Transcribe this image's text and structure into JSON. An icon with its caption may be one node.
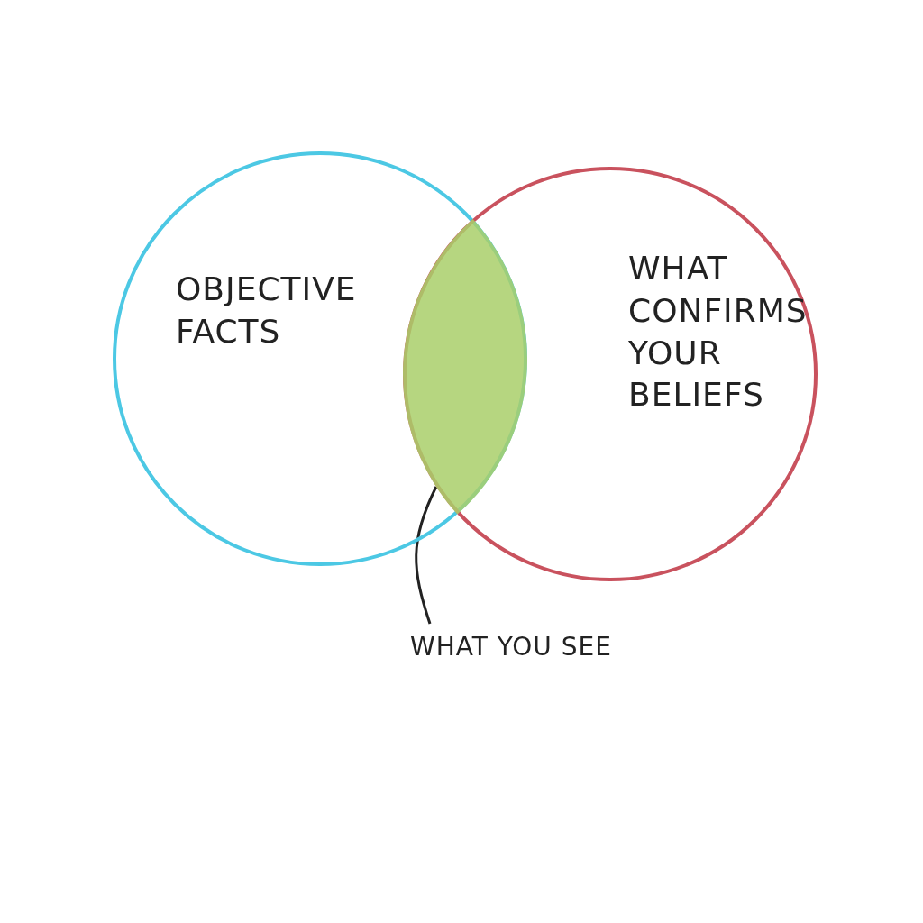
{
  "diagram": {
    "nodes": [
      {
        "text": [
          "OBJECTIVE FACTS"
        ]
      },
      {
        "text": [
          "WHAT CONFIRMS YOUR BELIEFS"
        ]
      },
      {
        "text": [],
        "shape": "lens"
      },
      {
        "text": [
          "WHAT YOU SEE"
        ]
      }
    ],
    "edges": [
      {
        "from": 3,
        "to": 2,
        "arrow": "none"
      }
    ]
  }
}
